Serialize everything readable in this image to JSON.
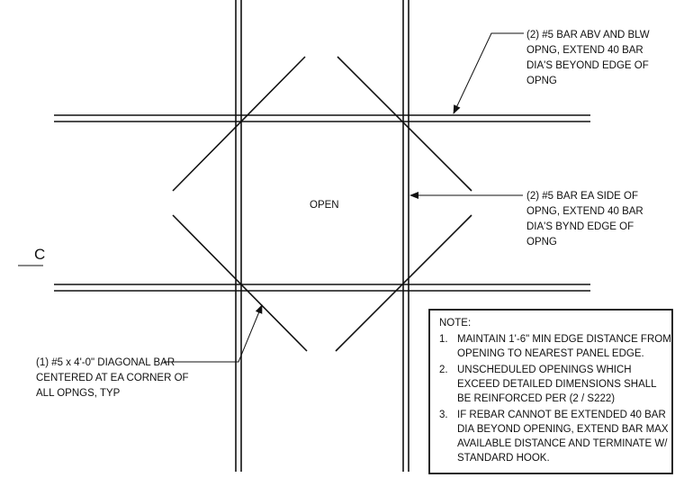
{
  "drawing": {
    "open_label": "OPEN",
    "section_mark": "C",
    "callout_top": [
      "(2) #5 BAR ABV AND BLW",
      "OPNG, EXTEND 40 BAR",
      "DIA'S BEYOND EDGE OF",
      "OPNG"
    ],
    "callout_right": [
      "(2) #5 BAR EA SIDE OF",
      "OPNG, EXTEND 40 BAR",
      "DIA'S BYND EDGE OF",
      "OPNG"
    ],
    "callout_left": [
      "(1) #5 x 4'-0\" DIAGONAL BAR",
      "CENTERED AT EA CORNER OF",
      "ALL OPNGS, TYP"
    ]
  },
  "note": {
    "title": "NOTE:",
    "items": [
      {
        "num": "1.",
        "lines": [
          "MAINTAIN 1'-6\" MIN EDGE DISTANCE FROM",
          "OPENING TO NEAREST PANEL EDGE."
        ]
      },
      {
        "num": "2.",
        "lines": [
          "UNSCHEDULED OPENINGS WHICH",
          "EXCEED DETAILED DIMENSIONS SHALL",
          "BE REINFORCED PER (2 / S222)"
        ]
      },
      {
        "num": "3.",
        "lines": [
          "IF REBAR CANNOT BE EXTENDED 40 BAR",
          "DIA BEYOND OPENING, EXTEND BAR MAX",
          "AVAILABLE DISTANCE AND TERMINATE W/",
          "STANDARD HOOK."
        ]
      }
    ]
  }
}
